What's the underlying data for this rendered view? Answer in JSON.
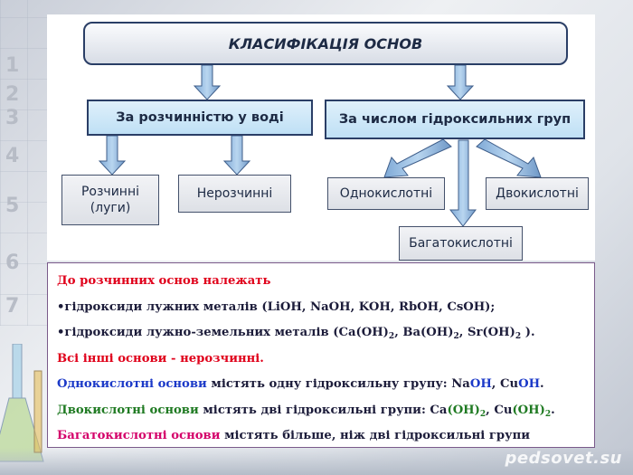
{
  "diagram": {
    "title": "КЛАСИФІКАЦІЯ ОСНОВ",
    "level1": {
      "solubility": "За розчинністю у воді",
      "hydroxyl": "За числом гідроксильних груп"
    },
    "solubility_children": {
      "soluble_line1": "Розчинні",
      "soluble_line2": "(луги)",
      "insoluble": "Нерозчинні"
    },
    "hydroxyl_children": {
      "mono": "Однокислотні",
      "di": "Двокислотні",
      "poly": "Багатокислотні"
    }
  },
  "notes": {
    "soluble_heading": "До розчинних основ належать",
    "alkali_line": "•гідроксиди лужних металів (LiOH, NaOH, KOH, RbOH, CsOH);",
    "alkaline_earth_prefix": "•гідроксиди лужно-земельних металів (Ca(OH)",
    "ae_sub1": "2",
    "ae_mid1": ", Ba(OH)",
    "ae_sub2": "2",
    "ae_mid2": ", Sr(OH)",
    "ae_sub3": "2",
    "ae_end": " ).",
    "insoluble_line": "Всі інші основи - нерозчинні.",
    "mono_term": "Однокислотні основи",
    "mono_text": " містять одну гідроксильну групу: Na",
    "mono_oh1": "OH",
    "mono_sep": ", Cu",
    "mono_oh2": "OH",
    "mono_end": ".",
    "di_term": "Двокислотні основи",
    "di_text": " містять дві гідроксильні групи: Ca",
    "di_oh1": "(OH)",
    "di_sub1": "2",
    "di_sep": ", Cu",
    "di_oh2": "(OH)",
    "di_sub2": "2",
    "di_end": ".",
    "poly_term": "Багатокислотні основи",
    "poly_text": " містять більше, ніж дві гідроксильні групи"
  },
  "background": {
    "side_numbers": [
      "1",
      "2",
      "3",
      "4",
      "5",
      "6",
      "7"
    ],
    "watermark": "pedsovet.su"
  },
  "colors": {
    "red": "#e0001b",
    "blue": "#1b39c8",
    "green": "#1f7a22",
    "pink": "#d4006a"
  }
}
